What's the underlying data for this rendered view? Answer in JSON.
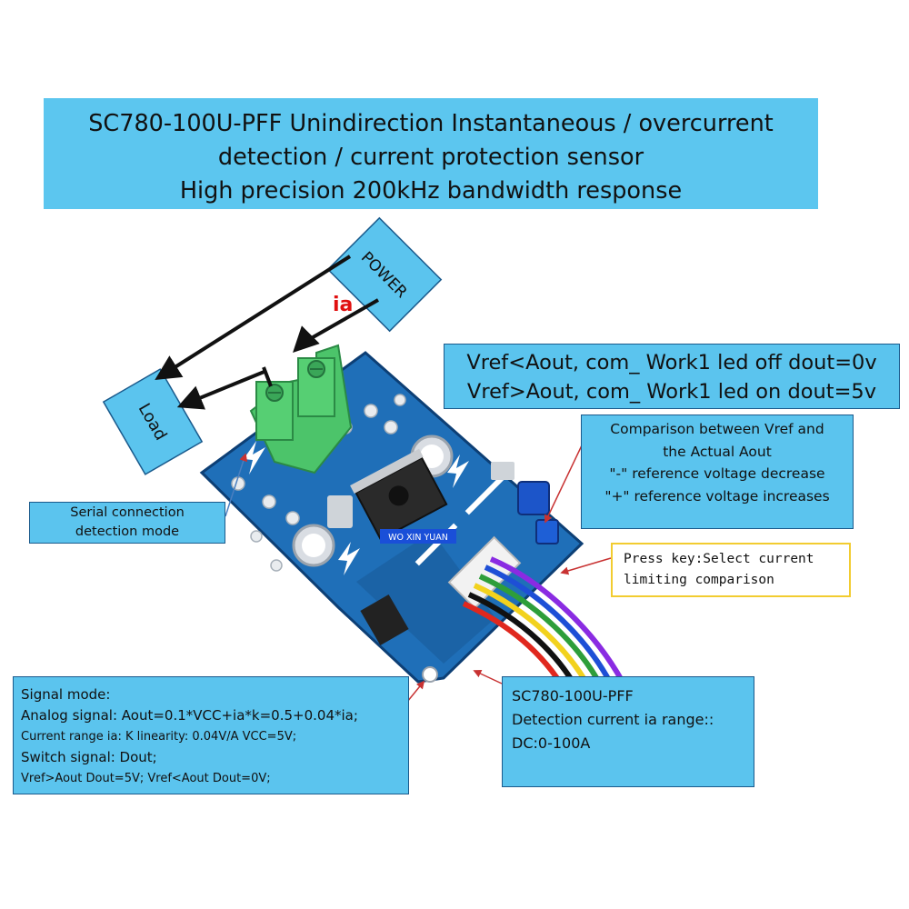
{
  "title": {
    "lines": [
      "SC780-100U-PFF Unindirection Instantaneous / overcurrent",
      "detection / current protection sensor",
      "High precision 200kHz bandwidth response"
    ]
  },
  "labels": {
    "power": "POWER",
    "load": "Load",
    "current": "ia",
    "watermark": "WO XIN YUAN"
  },
  "vref_note": {
    "lines": [
      "Vref<Aout, com_ Work1 led off dout=0v",
      "Vref>Aout, com_ Work1 led on dout=5v"
    ]
  },
  "comparison_note": {
    "lines": [
      "Comparison between Vref and",
      "the Actual Aout",
      "\"-\" reference voltage decrease",
      "\"+\" reference voltage increases"
    ]
  },
  "press_key_note": {
    "lines": [
      "Press key:Select current",
      "limiting comparison"
    ]
  },
  "serial_note": {
    "lines": [
      "Serial connection",
      "detection mode"
    ]
  },
  "signal_mode": {
    "lines": [
      "Signal mode:",
      "Analog signal: Aout=0.1*VCC+ia*k=0.5+0.04*ia;",
      "Current range ia: K linearity: 0.04V/A  VCC=5V;",
      "Switch signal:  Dout;",
      "Vref>Aout Dout=5V;   Vref<Aout Dout=0V;"
    ]
  },
  "sensor_note": {
    "lines": [
      "SC780-100U-PFF",
      "Detection current ia range::",
      "DC:0-100A"
    ]
  },
  "colors": {
    "callout_fill": "#5bc4ee",
    "board_blue": "#1f6fb8",
    "terminal_green": "#4cc46a",
    "arrow_red": "#c83232",
    "current_label": "#e01010"
  }
}
